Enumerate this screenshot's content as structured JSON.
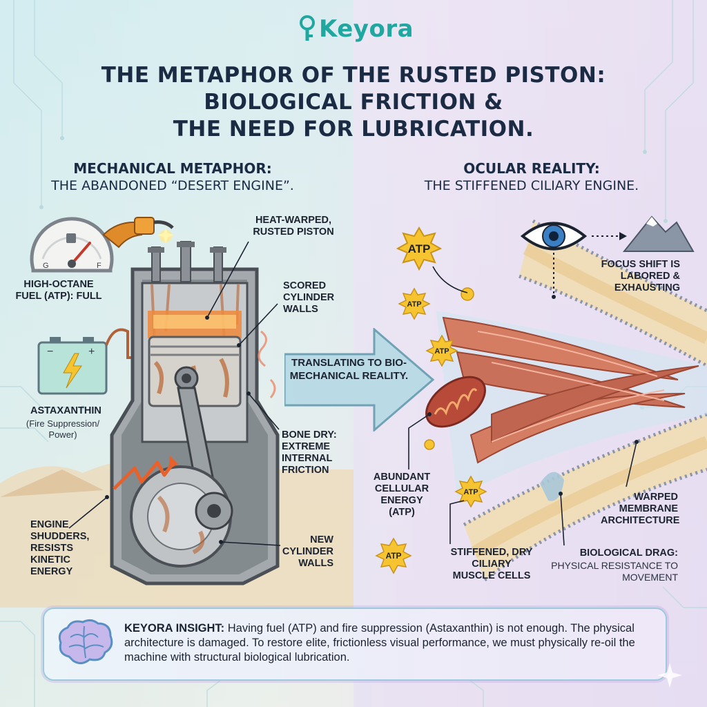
{
  "brand": {
    "name": "Keyora"
  },
  "title": {
    "line1": "THE METAPHOR OF THE RUSTED PISTON:",
    "line2": "BIOLOGICAL FRICTION &",
    "line3": "THE NEED FOR LUBRICATION."
  },
  "left": {
    "heading": "MECHANICAL METAPHOR:",
    "subheading": "THE ABANDONED “DESERT ENGINE”.",
    "gauge": {
      "empty": "G",
      "full": "F"
    },
    "labels": {
      "piston": "HEAT-WARPED, RUSTED PISTON",
      "scored": "SCORED CYLINDER WALLS",
      "fuel": "HIGH-OCTANE FUEL (ATP): FULL",
      "astaxanthin": "ASTAXANTHIN",
      "astaxanthin_sub": "(Fire Suppression/ Power)",
      "bone_dry": "BONE DRY: EXTREME INTERNAL FRICTION",
      "shudders": "ENGINE SHUDDERS, RESISTS KINETIC ENERGY",
      "new_walls": "NEW CYLINDER WALLS"
    }
  },
  "center_arrow": {
    "text": "TRANSLATING TO BIO-MECHANICAL REALITY."
  },
  "right": {
    "heading": "OCULAR REALITY:",
    "subheading": "THE STIFFENED CILIARY ENGINE.",
    "atp_label": "ATP",
    "labels": {
      "focus": "FOCUS SHIFT IS LABORED & EXHAUSTING",
      "abundant": "ABUNDANT CELLULAR ENERGY (ATP)",
      "stiffened": "STIFFENED, DRY CILIARY MUSCLE CELLS",
      "warped": "WARPED MEMBRANE ARCHITECTURE",
      "drag_head": "BIOLOGICAL DRAG:",
      "drag_sub": "PHYSICAL RESISTANCE TO MOVEMENT"
    }
  },
  "insight": {
    "label": "KEYORA INSIGHT:",
    "text": "Having fuel (ATP) and fire suppression (Astaxanthin) is not enough. The physical architecture is damaged. To restore elite, frictionless visual performance, we must physically re-oil the machine with structural biological lubrication."
  },
  "colors": {
    "teal": "#1fa7a0",
    "navy": "#1b2b44",
    "rust": "#b8622e",
    "muscle": "#c8705a",
    "atp_gold": "#f6c431"
  }
}
